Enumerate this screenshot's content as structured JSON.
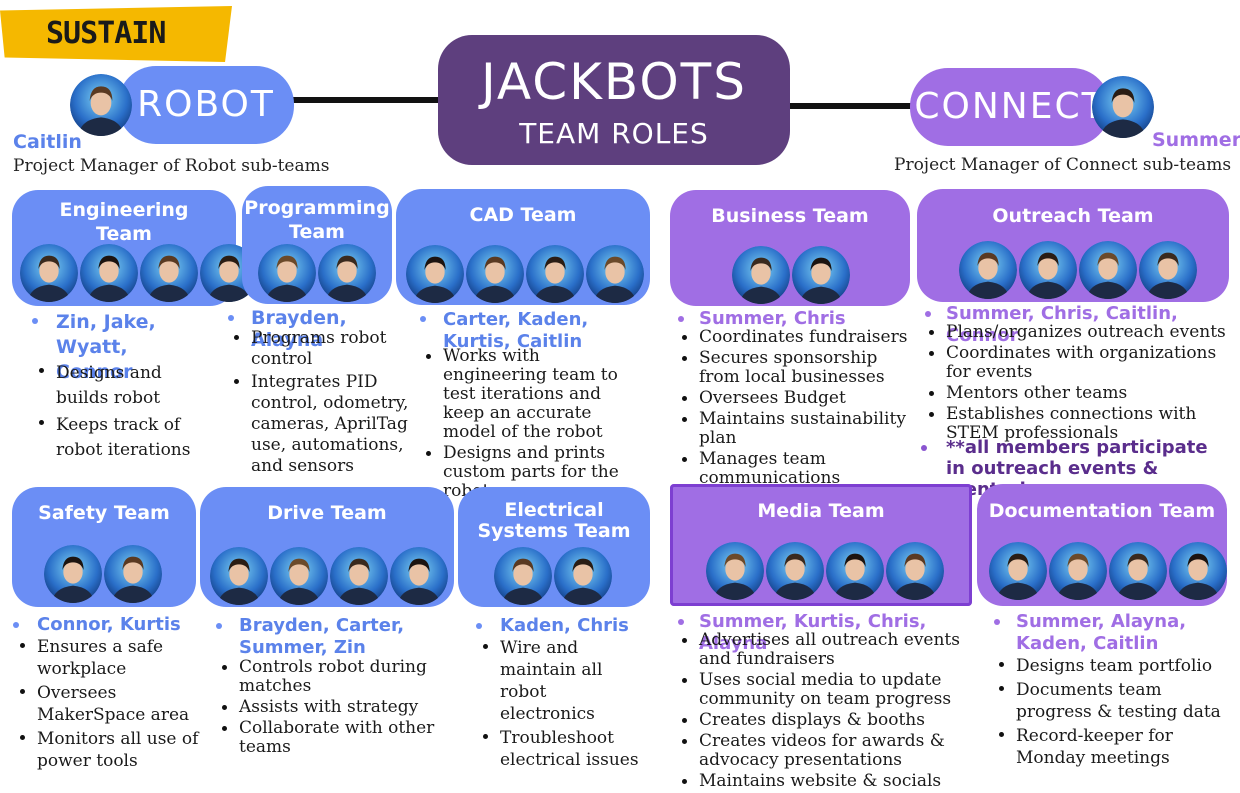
{
  "header": {
    "sustain_label": "SUSTAIN",
    "title_line1": "JACKBOTS",
    "title_line2": "TEAM ROLES",
    "robot_label": "ROBOT",
    "connect_label": "CONNECT",
    "robot_pm_name": "Caitlin",
    "robot_pm_role": "Project Manager of Robot sub-teams",
    "connect_pm_name": "Summer",
    "connect_pm_role": "Project Manager of Connect sub-teams"
  },
  "colors": {
    "robot_blue": "#6b8ef5",
    "connect_purple": "#a06ee4",
    "title_purple": "#5e3f7e",
    "sustain_yellow": "#f5b800",
    "member_blue": "#5b82ea",
    "outreach_note_purple": "#5a2d8c"
  },
  "teams": {
    "engineering": {
      "title": "Engineering Team",
      "members": "Zin, Jake, Wyatt, Connor",
      "duties": [
        "Designs and builds robot",
        "Keeps track of robot iterations"
      ]
    },
    "programming": {
      "title": "Programming Team",
      "members": "Brayden, Alayna",
      "duties": [
        "Programs robot control",
        "Integrates PID control, odometry, cameras, AprilTag use, automations, and sensors"
      ]
    },
    "cad": {
      "title": "CAD Team",
      "members": "Carter, Kaden, Kurtis, Caitlin",
      "duties": [
        "Works with engineering team to test iterations and keep an accurate model of the robot",
        "Designs and prints custom parts for the robot"
      ]
    },
    "business": {
      "title": "Business Team",
      "members": "Summer, Chris",
      "duties": [
        "Coordinates fundraisers",
        "Secures sponsorship from local businesses",
        "Oversees Budget",
        "Maintains sustainability plan",
        "Manages team communications"
      ]
    },
    "outreach": {
      "title": "Outreach Team",
      "members": "Summer, Chris, Caitlin, Connor",
      "duties": [
        "Plans/organizes outreach events",
        "Coordinates with organizations for events",
        "Mentors other teams",
        "Establishes connections with STEM professionals"
      ],
      "note": "**all members participate in outreach events & mentoring"
    },
    "safety": {
      "title": "Safety Team",
      "members": "Connor, Kurtis",
      "duties": [
        "Ensures a safe workplace",
        "Oversees MakerSpace area",
        "Monitors all use of power tools"
      ]
    },
    "drive": {
      "title": "Drive Team",
      "members": "Brayden, Carter, Summer, Zin",
      "duties": [
        "Controls robot during matches",
        "Assists with strategy",
        "Collaborate with other teams"
      ]
    },
    "electrical": {
      "title": "Electrical Systems Team",
      "members": "Kaden, Chris",
      "duties": [
        "Wire and maintain all robot electronics",
        "Troubleshoot electrical issues"
      ]
    },
    "media": {
      "title": "Media Team",
      "members": "Summer, Kurtis, Chris, Alayna",
      "duties": [
        "Advertises all outreach events and fundraisers",
        "Uses social media to update community on team progress",
        "Creates displays & booths",
        "Creates videos for awards & advocacy presentations",
        "Maintains website & socials"
      ]
    },
    "documentation": {
      "title": "Documentation Team",
      "members": "Summer, Alayna, Kaden, Caitlin",
      "duties": [
        "Designs  team portfolio",
        "Documents team progress & testing data",
        "Record-keeper for Monday meetings"
      ]
    }
  }
}
